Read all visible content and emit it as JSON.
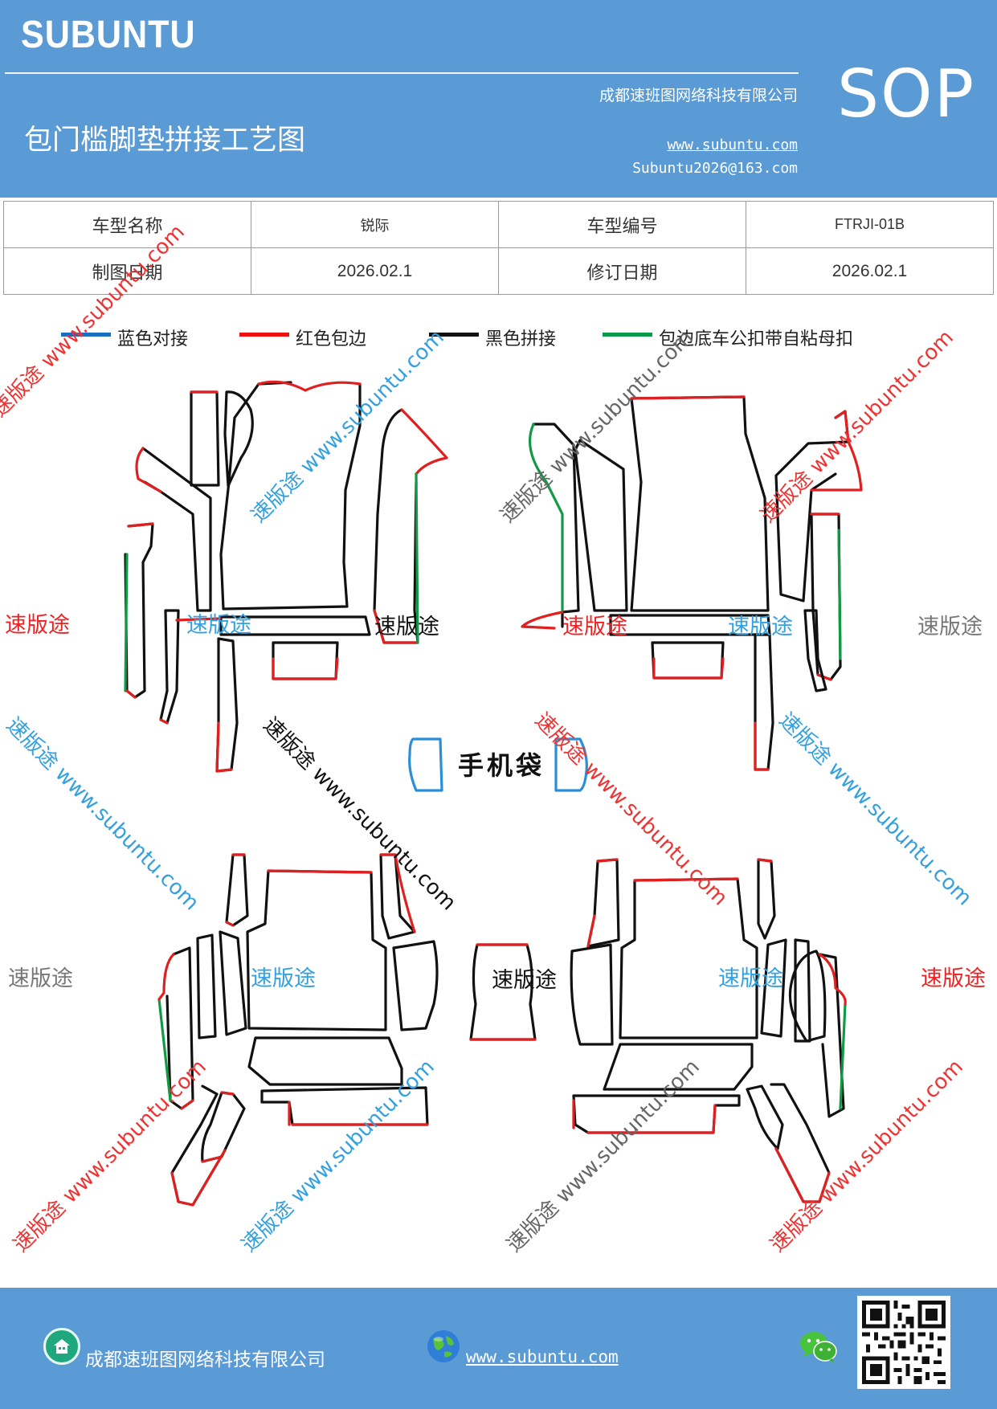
{
  "header": {
    "logo": "SUBUNTU",
    "company": "成都速班图网络科技有限公司",
    "title": "包门槛脚垫拼接工艺图",
    "website": "www.subuntu.com",
    "email": "Subuntu2026@163.com",
    "badge": "SOP",
    "background_color": "#5b9bd5"
  },
  "info_table": {
    "rows": [
      {
        "label1": "车型名称",
        "value1": "锐际",
        "label2": "车型编号",
        "value2": "FTRJI-01B"
      },
      {
        "label1": "制图日期",
        "value1": "2026.02.1",
        "label2": "修订日期",
        "value2": "2026.02.1"
      }
    ]
  },
  "legend": [
    {
      "label": "蓝色对接",
      "color": "#1a6fc0"
    },
    {
      "label": "红色包边",
      "color": "#ee1111"
    },
    {
      "label": "黑色拼接",
      "color": "#111111"
    },
    {
      "label": "包边底车公扣带自粘母扣",
      "color": "#0a9a4a"
    }
  ],
  "drawing": {
    "phone_pocket_label": "手机袋",
    "line_colors": {
      "black": "#111111",
      "red": "#e02020",
      "green": "#119a44",
      "blue": "#2a8fd8"
    },
    "watermark_brand": "速版途",
    "watermark_long": "速版途 www.subuntu.com",
    "watermark_colors": {
      "red": "#ee2222",
      "blue": "#33a0e0",
      "gray": "#777777"
    }
  },
  "footer": {
    "company": "成都速班图网络科技有限公司",
    "website": "www.subuntu.com",
    "home_icon": "home-icon",
    "globe_icon": "globe-icon",
    "wechat_icon": "wechat-icon",
    "qr_icon": "qr-code-icon"
  }
}
